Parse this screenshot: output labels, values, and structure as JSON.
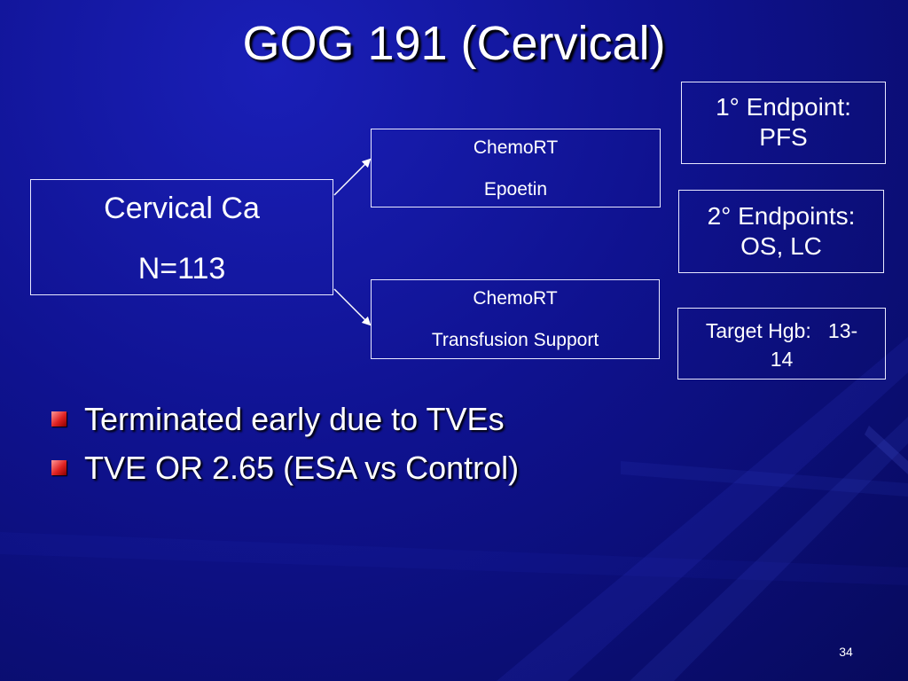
{
  "slide": {
    "title": "GOG 191 (Cervical)",
    "page_number": "34"
  },
  "diagram": {
    "population": {
      "line1": "Cervical Ca",
      "line2": "N=113"
    },
    "arms": [
      {
        "line1": "ChemoRT",
        "line2": "Epoetin"
      },
      {
        "line1": "ChemoRT",
        "line2": "Transfusion Support"
      }
    ],
    "primary_endpoint": {
      "line1": "1° Endpoint:",
      "line2": "PFS"
    },
    "secondary_endpoints": {
      "line1": "2° Endpoints:",
      "line2": "OS, LC"
    },
    "target": {
      "line1": "Target Hgb:   13-",
      "line2": "14"
    }
  },
  "bullets": [
    "Terminated early due to TVEs",
    "TVE OR 2.65 (ESA vs Control)"
  ],
  "colors": {
    "background": "#0f128f",
    "text": "#ffffff",
    "bullet": "#e02222",
    "box_border": "#e8e8ff"
  }
}
